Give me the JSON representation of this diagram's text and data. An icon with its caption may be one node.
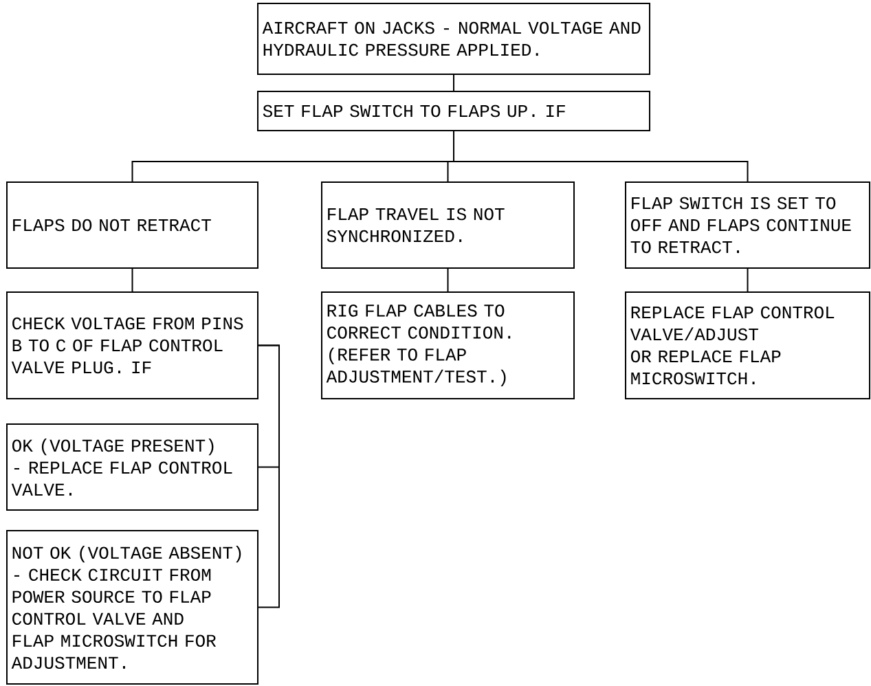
{
  "diagram": {
    "nodes": [
      {
        "text": [
          "AIRCRAFT ON JACKS - NORMAL VOLTAGE AND HYDRAULIC PRESSURE APPLIED."
        ]
      },
      {
        "text": [
          "SET FLAP SWITCH TO FLAPS UP.  IF"
        ]
      },
      {
        "text": [
          "FLAPS DO NOT RETRACT"
        ]
      },
      {
        "text": [
          "FLAP TRAVEL IS NOT SYNCHRONIZED."
        ]
      },
      {
        "text": [
          "FLAP SWITCH IS SET TO OFF AND FLAPS CONTINUE TO RETRACT."
        ]
      },
      {
        "text": [
          "CHECK VOLTAGE FROM PINS B TO C OF FLAP CONTROL VALVE PLUG. IF"
        ]
      },
      {
        "text": [
          "RIG FLAP CABLES TO CORRECT CONDITION. (REFER TO FLAP ADJUSTMENT/TEST.)"
        ]
      },
      {
        "text": [
          "REPLACE FLAP CONTROL VALVE/ADJUST OR REPLACE FLAP MICROSWITCH."
        ]
      },
      {
        "text": [
          "OK (VOLTAGE PRESENT) - REPLACE FLAP CONTROL VALVE."
        ]
      },
      {
        "text": [
          "NOT OK (VOLTAGE ABSENT) - CHECK CIRCUIT FROM POWER SOURCE TO FLAP CONTROL VALVE AND FLAP MICROSWITCH FOR ADJUSTMENT."
        ]
      }
    ],
    "edges": [
      {
        "from": 0,
        "to": 1,
        "arrow": "none"
      },
      {
        "from": 1,
        "to": 2,
        "arrow": "none"
      },
      {
        "from": 1,
        "to": 3,
        "arrow": "none"
      },
      {
        "from": 1,
        "to": 4,
        "arrow": "none"
      },
      {
        "from": 2,
        "to": 5,
        "arrow": "none"
      },
      {
        "from": 3,
        "to": 6,
        "arrow": "none"
      },
      {
        "from": 4,
        "to": 7,
        "arrow": "none"
      },
      {
        "from": 5,
        "to": 8,
        "arrow": "none"
      },
      {
        "from": 5,
        "to": 9,
        "arrow": "none"
      }
    ]
  }
}
